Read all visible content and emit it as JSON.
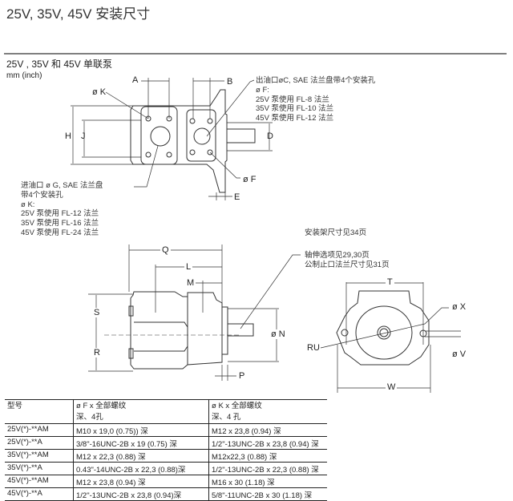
{
  "page_title": "25V, 35V, 45V 安装尺寸",
  "section_title": "25V , 35V 和 45V 单联泵",
  "units": "mm  (inch)",
  "top_view": {
    "labels": {
      "A": "A",
      "B": "B",
      "K": "ø K",
      "H": "H",
      "J": "J",
      "D": "D",
      "F": "ø F",
      "E": "E"
    },
    "outlet_note": [
      "出油口øC, SAE 法兰盘带4个安装孔",
      "ø F:",
      "25V 泵使用 FL-8  法兰",
      "35V 泵使用  FL-10 法兰",
      "45V 泵使用  FL-12 法兰"
    ],
    "inlet_note": [
      "进油口 ø G, SAE 法兰盘",
      "带4个安装孔",
      "ø K:",
      "25V 泵使用  FL-12  法兰",
      "35V 泵使用  FL-16  法兰",
      "45V 泵使用  FL-24  法兰"
    ]
  },
  "side_view": {
    "labels": {
      "Q": "Q",
      "L": "L",
      "M": "M",
      "S": "S",
      "R": "R",
      "N": "ø N",
      "P": "P"
    },
    "mount_note": "安装架尺寸见34页",
    "shaft_note": [
      "轴伸选项见29,30页",
      "公制止口法兰尺寸见31页"
    ]
  },
  "end_view": {
    "labels": {
      "T": "T",
      "X": "ø X",
      "RU": "RU",
      "V": "ø V",
      "W": "W"
    }
  },
  "table": {
    "headers": [
      [
        "型号"
      ],
      [
        "ø F  x  全部螺纹",
        "深、4孔"
      ],
      [
        "ø K  x  全部螺纹",
        "深、4 孔"
      ]
    ],
    "rows": [
      [
        "25V(*)-**AM",
        "M10 x 19,0 (0.75)) 深",
        "M12 x 23,8 (0.94) 深"
      ],
      [
        "25V(*)-**A",
        "3/8\"-16UNC-2B x 19 (0.75) 深",
        "1/2\"-13UNC-2B x 23,8 (0.94) 深"
      ],
      [
        "35V(*)-**AM",
        "M12 x 22,3 (0.88) 深",
        "M12x22,3 (0.88) 深"
      ],
      [
        "35V(*)-**A",
        "0.43\"-14UNC-2B x 22,3 (0.88)深",
        "1/2\"-13UNC-2B x 22,3 (0.88) 深"
      ],
      [
        "45V(*)-**AM",
        "M12 x 23,8 (0.94) 深",
        "M16 x 30 (1.18) 深"
      ],
      [
        "45V(*)-**A",
        "1/2\"-13UNC-2B x 23,8 (0.94)深",
        "5/8\"-11UNC-2B x 30 (1.18) 深"
      ]
    ]
  }
}
